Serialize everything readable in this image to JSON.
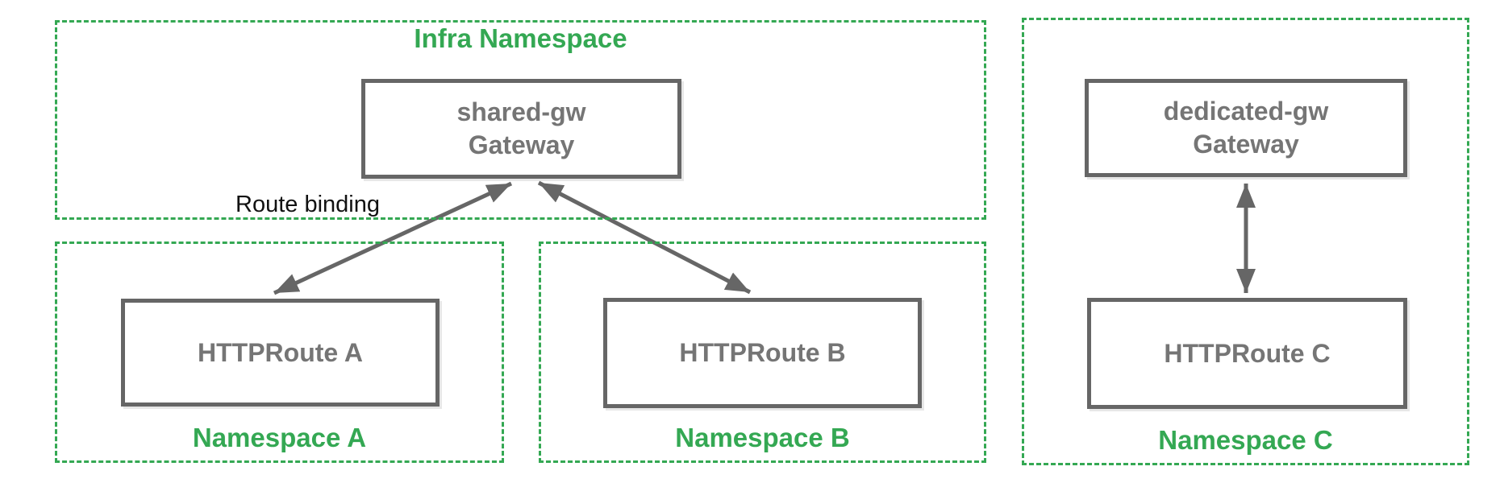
{
  "colors": {
    "green": "#34a853",
    "gray_border": "#666666",
    "gray_text": "#757575",
    "arrow": "#666666",
    "annotation_ink": "#111111"
  },
  "namespaces": {
    "infra": {
      "title": "Infra Namespace"
    },
    "a": {
      "title": "Namespace A"
    },
    "b": {
      "title": "Namespace B"
    },
    "c": {
      "title": "Namespace C"
    }
  },
  "nodes": {
    "shared_gw": {
      "line1": "shared-gw",
      "line2": "Gateway"
    },
    "dedicated_gw": {
      "line1": "dedicated-gw",
      "line2": "Gateway"
    },
    "route_a": {
      "label": "HTTPRoute A"
    },
    "route_b": {
      "label": "HTTPRoute B"
    },
    "route_c": {
      "label": "HTTPRoute C"
    }
  },
  "annotations": {
    "route_binding": "Route binding"
  }
}
